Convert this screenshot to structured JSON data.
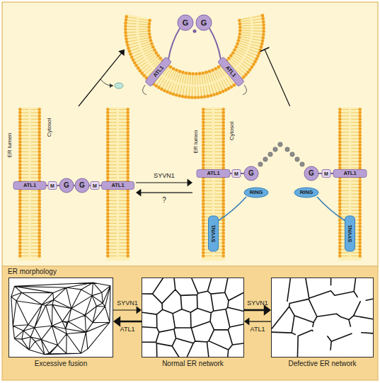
{
  "diagram": {
    "nodes": [
      {
        "text": [
          "G",
          "G",
          "ATL1",
          "ATL1"
        ]
      },
      {
        "text": [
          "ER lumen",
          "Cytosol",
          "ATL1",
          "ATL1",
          "M",
          "M",
          "G",
          "G"
        ]
      },
      {
        "text": [
          "ER lumen",
          "Cytosol",
          "ATL1",
          "ATL1",
          "M",
          "M",
          "G",
          "G",
          "RING",
          "RING",
          "SYVN1",
          "SYVN1"
        ]
      },
      {
        "text": [
          "ER morphology"
        ]
      },
      {
        "text": [
          "Excessive fusion"
        ],
        "in": 3
      },
      {
        "text": [
          "Normal ER network"
        ],
        "in": 3
      },
      {
        "text": [
          "Defective ER network"
        ],
        "in": 3
      }
    ],
    "edges": [
      {
        "from": 1,
        "to": 0,
        "arrow": "to"
      },
      {
        "from": 2,
        "to": 0,
        "arrow": "to"
      },
      {
        "from": 1,
        "to": 2,
        "label": "SYVN1",
        "arrow": "to"
      },
      {
        "from": 2,
        "to": 1,
        "label": "?",
        "arrow": "to"
      },
      {
        "from": 4,
        "to": 5,
        "label": "SYVN1",
        "arrow": "to"
      },
      {
        "from": 5,
        "to": 4,
        "label": "ATL1",
        "arrow": "to"
      },
      {
        "from": 5,
        "to": 6,
        "label": "SYVN1",
        "arrow": "to"
      },
      {
        "from": 6,
        "to": 5,
        "label": "ATL1",
        "arrow": "to"
      }
    ]
  }
}
